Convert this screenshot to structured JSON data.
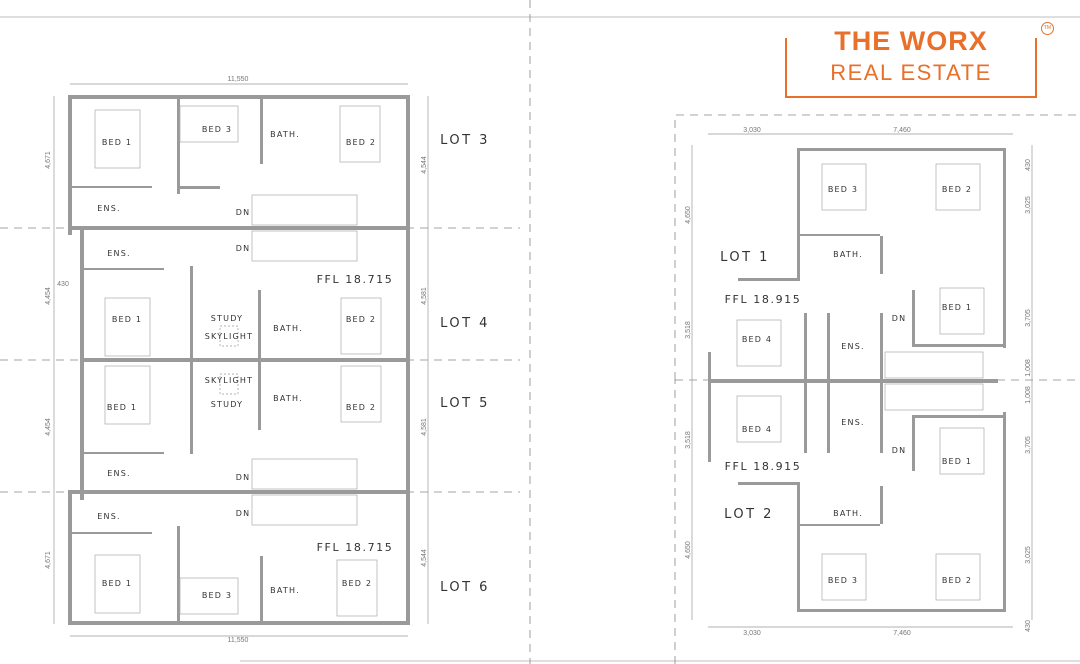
{
  "logo": {
    "line1": "THE WORX",
    "line2": "REAL ESTATE",
    "tm": "TM",
    "color": "#E8702A"
  },
  "left_plan": {
    "dims": [
      "11,550",
      "11,550",
      "4,671",
      "4,454",
      "4,454",
      "4,671",
      "430",
      "4,544",
      "4,581",
      "4,581",
      "4,544"
    ],
    "lots": [
      "LOT 3",
      "LOT 4",
      "LOT 5",
      "LOT 6"
    ],
    "ffl": [
      "FFL 18.715",
      "FFL 18.715"
    ],
    "rooms": [
      "BED 1",
      "BED 3",
      "BATH.",
      "BED 2",
      "ENS.",
      "DN",
      "DN",
      "ENS.",
      "BED 1",
      "STUDY",
      "SKYLIGHT",
      "BATH.",
      "BED 2",
      "BED 1",
      "SKYLIGHT",
      "STUDY",
      "BATH.",
      "BED 2",
      "ENS.",
      "DN",
      "DN",
      "ENS.",
      "BED 1",
      "BED 3",
      "BATH.",
      "BED 2"
    ]
  },
  "right_plan": {
    "dims": [
      "3,030",
      "7,460",
      "3,030",
      "7,460",
      "4,650",
      "3,518",
      "3,518",
      "4,650",
      "430",
      "3,025",
      "3,705",
      "1,008",
      "1,008",
      "3,705",
      "3,025",
      "430"
    ],
    "lots": [
      "LOT 1",
      "LOT 2"
    ],
    "ffl": [
      "FFL 18.915",
      "FFL 18.915"
    ],
    "rooms": [
      "BED 3",
      "BED 2",
      "BATH.",
      "BED 1",
      "DN",
      "BED 4",
      "ENS.",
      "BED 4",
      "ENS.",
      "DN",
      "BED 1",
      "BATH.",
      "BED 3",
      "BED 2"
    ]
  }
}
